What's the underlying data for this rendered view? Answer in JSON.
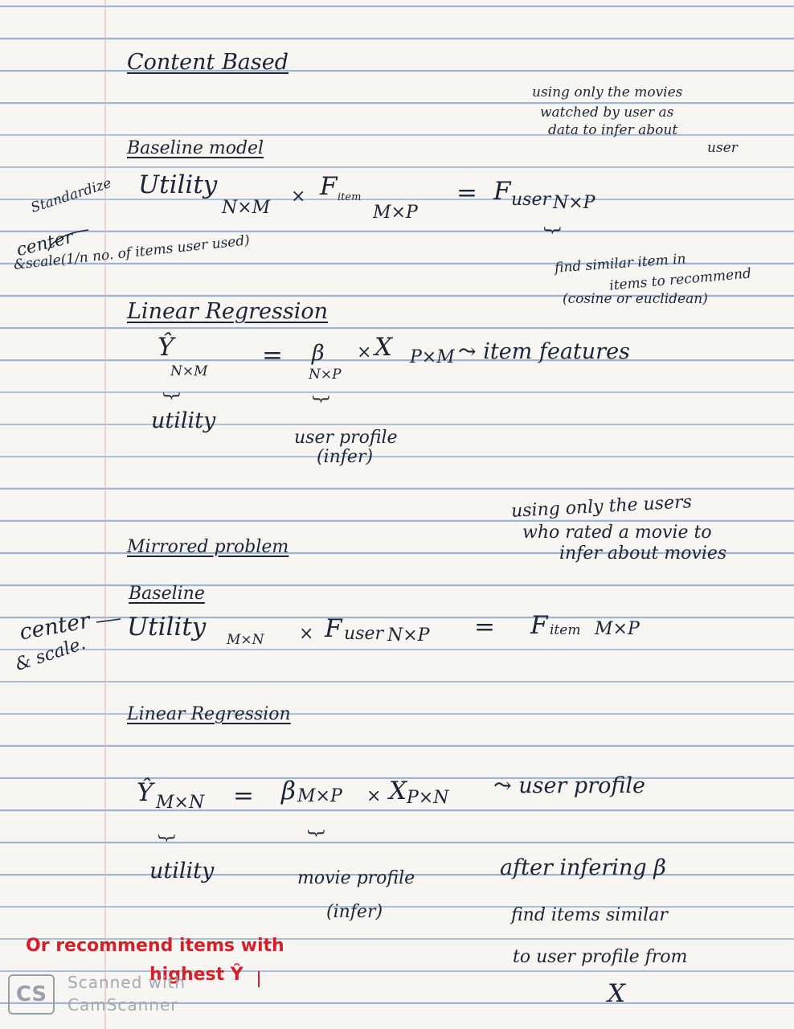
{
  "notes": {
    "title": "Content Based",
    "note_top": [
      "using only the movies",
      "watched by user as",
      "data to infer about",
      "user"
    ],
    "baseline_heading": "Baseline model",
    "eq1": {
      "utility": "Utility",
      "utility_sub": "N×M",
      "times": "×",
      "f_item": "F",
      "f_item_sub_small": "item",
      "f_item_sub": "M×P",
      "equals": "=",
      "f_user": "F",
      "f_user_sub_small": "user",
      "f_user_sub": "N×P"
    },
    "side_standardize": "Standardize",
    "side_center": "center",
    "side_scale": "&scale(1/n no. of items user used)",
    "find_similar": [
      "find similar item in",
      "items to recommend",
      "(cosine or euclidean)"
    ],
    "linreg_heading": "Linear Regression",
    "eq2": {
      "yhat": "Ŷ",
      "yhat_sub": "N×M",
      "equals": "=",
      "beta": "β",
      "beta_sub": "N×P",
      "times": "×",
      "x": "X",
      "x_sub": "P×M",
      "arrow_note": "⤳ item features"
    },
    "utility_label": "utility",
    "user_profile_label": "user profile",
    "infer_label": "(infer)",
    "note_mid": [
      "using only the users",
      "who rated a movie to",
      "infer about movies"
    ],
    "mirrored_heading": "Mirrored problem",
    "baseline2_heading": "Baseline",
    "side_center2": "center",
    "side_scale2": "& scale.",
    "eq3": {
      "utility": "Utility",
      "utility_sub": "M×N",
      "times": "×",
      "f_user": "F",
      "f_user_sub_small": "user",
      "f_user_sub": "N×P",
      "equals": "=",
      "f_item": "F",
      "f_item_sub_small": "item",
      "f_item_sub": "M×P"
    },
    "linreg2_heading": "Linear Regression",
    "eq4": {
      "yhat": "Ŷ",
      "yhat_sub": "M×N",
      "equals": "=",
      "beta": "β",
      "beta_sub": "M×P",
      "times": "×",
      "x": "X",
      "x_sub": "P×N",
      "arrow_note": "⤳ user profile"
    },
    "utility_label2": "utility",
    "movie_profile_label": "movie profile",
    "infer_label2": "(infer)",
    "after_note": [
      "after infering β",
      "find items similar",
      "to user profile from"
    ],
    "x_under": "X",
    "red_note": [
      "Or recommend items with",
      "highest Ŷ"
    ]
  },
  "watermark": {
    "logo": "CS",
    "line1": "Scanned with",
    "line2": "CamScanner"
  },
  "colors": {
    "ink": "#1d2436",
    "red_ink": "#d4202a",
    "ruled_line": "#9eb3d6",
    "paper": "#f7f6f2"
  }
}
